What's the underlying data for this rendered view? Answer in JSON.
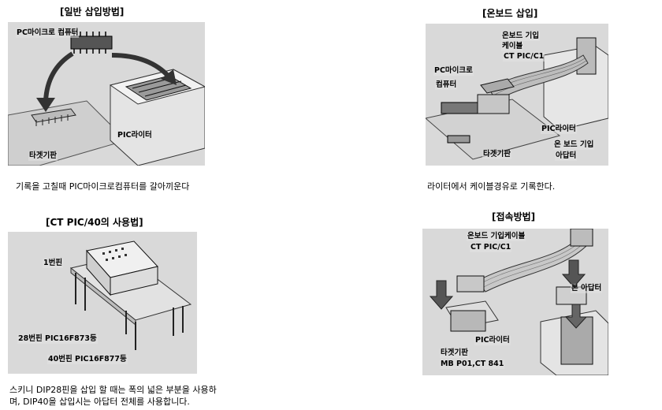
{
  "sections": {
    "general": {
      "title": "[일반 삽입방법]",
      "labels": {
        "pc": "PC마이크로 컴퓨터",
        "writer": "PIC라이터",
        "target": "타겟기판"
      },
      "caption": "기록을 고칠때 PIC마이크로컴퓨터를 갈아끼운다"
    },
    "onboard": {
      "title": "[온보드 삽입]",
      "labels": {
        "cable_line1": "온보드 기입",
        "cable_line2": "케이블",
        "cable_line3": "CT PIC/C1",
        "pc_line1": "PC마이크로",
        "pc_line2": "컴퓨터",
        "writer": "PIC라이터",
        "target": "타겟기판",
        "adapter_line1": "온 보드 기입",
        "adapter_line2": "아답터"
      },
      "caption": "라이터에서 케이블경유로 기록한다."
    },
    "ctpic": {
      "title": "[CT PIC/40의 사용법]",
      "labels": {
        "pin1": "1번핀",
        "pin28": "28번핀  PIC16F873등",
        "pin40": "40번핀  PIC16F877등"
      },
      "caption_line1": "스키니 DIP28핀을 삽입 할 때는 폭의 넓은 부분을 사용하",
      "caption_line2": "며, DIP40을 삽입시는 아답터 전체를 사용합니다."
    },
    "connect": {
      "title": "[접속방법]",
      "labels": {
        "cable_line1": "온보드 기입케이블",
        "cable_line2": "CT PIC/C1",
        "adapter": "본 아답터",
        "writer": "PIC라이터",
        "target_line1": "타겟기판",
        "target_line2": "MB P01,CT 841"
      }
    }
  }
}
